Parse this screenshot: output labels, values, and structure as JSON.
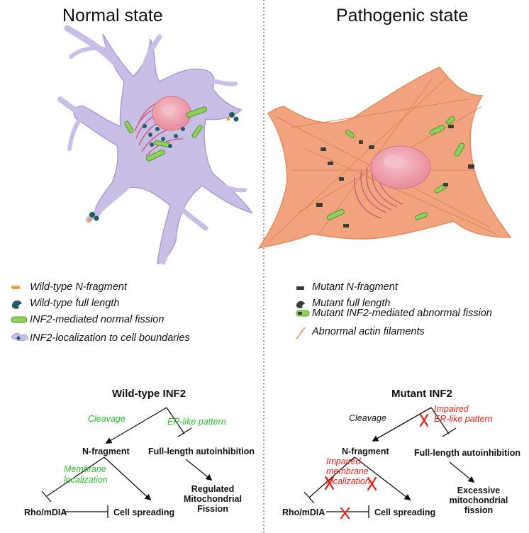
{
  "left_panel": {
    "title": "Normal state",
    "legend": [
      {
        "icon": "n-fragment-icon",
        "text": "Wild-type N-fragment"
      },
      {
        "icon": "full-length-icon",
        "text": "Wild-type full length"
      },
      {
        "icon": "mitochondrion-icon",
        "text": "INF2-mediated normal fission"
      },
      {
        "icon": "cell-boundary-icon",
        "text": "INF2-localization to cell boundaries"
      }
    ],
    "flow": {
      "head": "Wild-type INF2",
      "cleavage": "Cleavage",
      "er_pattern": "ER-like pattern",
      "n_fragment": "N-fragment",
      "autoinhibition": "Full-length autoinhibition",
      "membrane_line1": "Membrane",
      "membrane_line2": "localization",
      "rho": "Rho/mDIA",
      "spreading": "Cell spreading",
      "outcome_line1": "Regulated",
      "outcome_line2": "Mitochondrial",
      "outcome_line3": "Fission"
    }
  },
  "right_panel": {
    "title": "Pathogenic state",
    "legend": [
      {
        "icon": "mutant-n-fragment-icon",
        "text": "Mutant N-fragment"
      },
      {
        "icon": "mutant-full-length-icon",
        "text": "Mutant full length"
      },
      {
        "icon": "mitochondrion-icon",
        "text": "Mutant INF2-mediated abnormal fission"
      },
      {
        "icon": "actin-filament-icon",
        "text": "Abnormal actin filaments"
      }
    ],
    "flow": {
      "head": "Mutant INF2",
      "cleavage": "Cleavage",
      "er_line1": "Impaired",
      "er_line2": "ER-like pattern",
      "n_fragment": "N-fragment",
      "autoinhibition": "Full-length autoinhibition",
      "membrane_line1": "Impaired",
      "membrane_line2": "membrane",
      "membrane_line3": "localization",
      "rho": "Rho/mDIA",
      "spreading": "Cell spreading",
      "outcome_line1": "Excessive",
      "outcome_line2": "mitochondrial",
      "outcome_line3": "fission"
    }
  },
  "colors": {
    "normal_cell": "#c9bfe6",
    "pathogenic_cell": "#f2a47e",
    "nucleus": "#f1a6b2",
    "er": "#c9607a",
    "mito": "#8fcf5a",
    "teal": "#1f5e63",
    "red": "#e8201a",
    "green": "#2db82d"
  }
}
